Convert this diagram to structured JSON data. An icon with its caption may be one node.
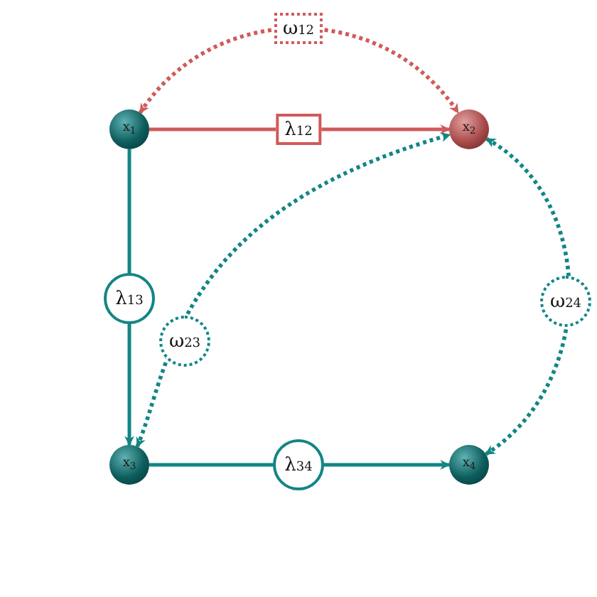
{
  "diagram": {
    "nodes": [
      {
        "text": [
          "x$_{1}$"
        ]
      },
      {
        "text": [
          "x$_{2}$"
        ]
      },
      {
        "text": [
          "x$_{3}$"
        ]
      },
      {
        "text": [
          "x$_{4}$"
        ]
      }
    ],
    "edges": [
      {
        "from": 0,
        "to": 1,
        "arrow": "to",
        "label": "λ$_{12}$",
        "color": "#d05a5a"
      },
      {
        "from": 0,
        "to": 1,
        "arrow": "both",
        "label": "ω$_{12}$",
        "style": "dashed",
        "color": "#d05a5a"
      },
      {
        "from": 0,
        "to": 2,
        "arrow": "to",
        "label": "λ$_{13}$"
      },
      {
        "from": 2,
        "to": 1,
        "arrow": "both",
        "label": "ω$_{23}$",
        "style": "dashed"
      },
      {
        "from": 1,
        "to": 3,
        "arrow": "both",
        "label": "ω$_{24}$",
        "style": "dashed"
      },
      {
        "from": 2,
        "to": 3,
        "arrow": "to",
        "label": "λ$_{34}$"
      }
    ]
  }
}
